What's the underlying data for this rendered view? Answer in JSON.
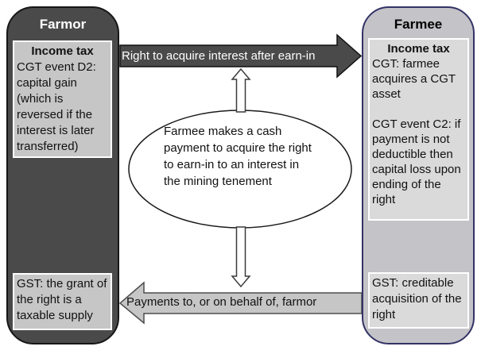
{
  "diagram": {
    "farmor": {
      "title": "Farmor",
      "income_tax": {
        "heading": "Income tax",
        "body": "CGT event D2: capital gain (which is reversed if the interest is later transferred)"
      },
      "gst": {
        "body": "GST: the grant of the right is a taxable supply"
      }
    },
    "farmee": {
      "title": "Farmee",
      "income_tax": {
        "heading": "Income tax",
        "body1": "CGT: farmee acquires a CGT asset",
        "body2": "CGT event C2: if payment is not deductible then capital loss upon ending of the right"
      },
      "gst": {
        "body": "GST: creditable acquisition of the right"
      }
    },
    "top_arrow": {
      "label": "Right to acquire interest after earn-in",
      "direction": "right"
    },
    "bottom_arrow": {
      "label": "Payments to, or on behalf of, farmor",
      "direction": "left"
    },
    "ellipse": {
      "text": "Farmee makes a cash payment to acquire the right to earn-in to an interest in the mining tenement"
    },
    "colors": {
      "farmor_fill": "#4a4a4a",
      "farmor_border": "#161616",
      "farmee_fill": "#c4c4c8",
      "farmee_border": "#333366",
      "inner_box_fill": "#c6c6c6",
      "inner_box_fill_light": "#dadada",
      "dark_arrow_fill": "#4a4a4a",
      "light_arrow_fill": "#c6c6c6"
    }
  }
}
